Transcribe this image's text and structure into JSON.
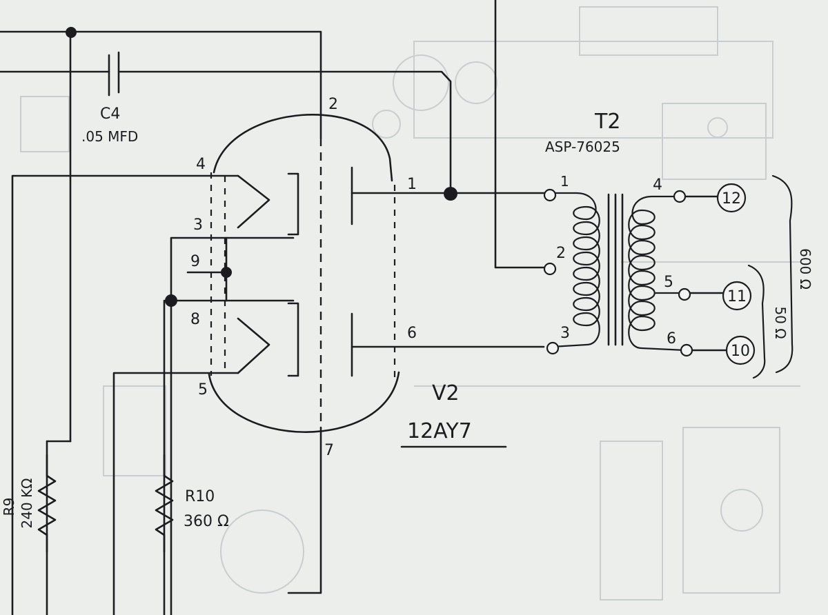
{
  "capacitor_c4": {
    "ref": "C4",
    "value": ".05 MFD"
  },
  "tube_v2": {
    "ref": "V2",
    "type": "12AY7",
    "pins": [
      "1",
      "2",
      "3",
      "4",
      "5",
      "6",
      "7",
      "8",
      "9"
    ]
  },
  "transformer_t2": {
    "ref": "T2",
    "part": "ASP-76025",
    "primary_pins": [
      "1",
      "2",
      "3"
    ],
    "secondary_pins": [
      "4",
      "5",
      "6"
    ],
    "terminals": [
      "12",
      "11",
      "10"
    ],
    "impedance_outer": "600 Ω",
    "impedance_inner": "50 Ω"
  },
  "resistor_r9": {
    "ref": "R9",
    "value": "240 KΩ"
  },
  "resistor_r10": {
    "ref": "R10",
    "value": "360 Ω"
  }
}
